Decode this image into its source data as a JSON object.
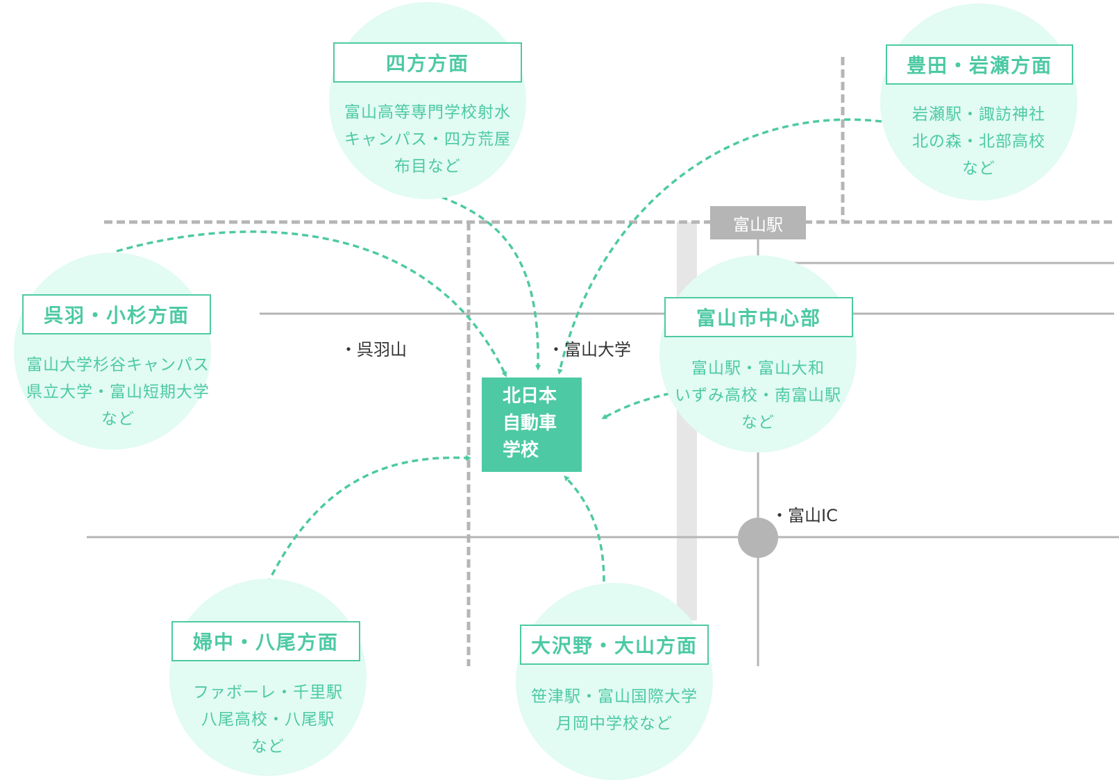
{
  "map": {
    "station": "富山駅",
    "school": {
      "lines": [
        "北日本",
        "自動車",
        "学校"
      ]
    },
    "landmarks": {
      "kurehayama": "・呉羽山",
      "toyama_univ": "・富山大学",
      "toyama_ic": "・富山IC"
    },
    "areas": {
      "yokata": {
        "title": "四方方面",
        "lines": [
          "富山高等専門学校射水",
          "キャンパス・四方荒屋",
          "布目など"
        ]
      },
      "toyoda": {
        "title": "豊田・岩瀬方面",
        "lines": [
          "岩瀬駅・諏訪神社",
          "北の森・北部高校",
          "など"
        ]
      },
      "kureha": {
        "title": "呉羽・小杉方面",
        "lines": [
          "富山大学杉谷キャンパス",
          "県立大学・富山短期大学",
          "など"
        ]
      },
      "center": {
        "title": "富山市中心部",
        "lines": [
          "富山駅・富山大和",
          "いずみ高校・南富山駅",
          "など"
        ]
      },
      "fuchu": {
        "title": "婦中・八尾方面",
        "lines": [
          "ファボーレ・千里駅",
          "八尾高校・八尾駅",
          "など"
        ]
      },
      "osawano": {
        "title": "大沢野・大山方面",
        "lines": [
          "笹津駅・富山国際大学",
          "月岡中学校など"
        ]
      }
    },
    "colors": {
      "accent": "#4dc9a3",
      "circle": "#e2fbf3",
      "road": "#b5b5b5",
      "rail": "#b5b5b5"
    }
  }
}
